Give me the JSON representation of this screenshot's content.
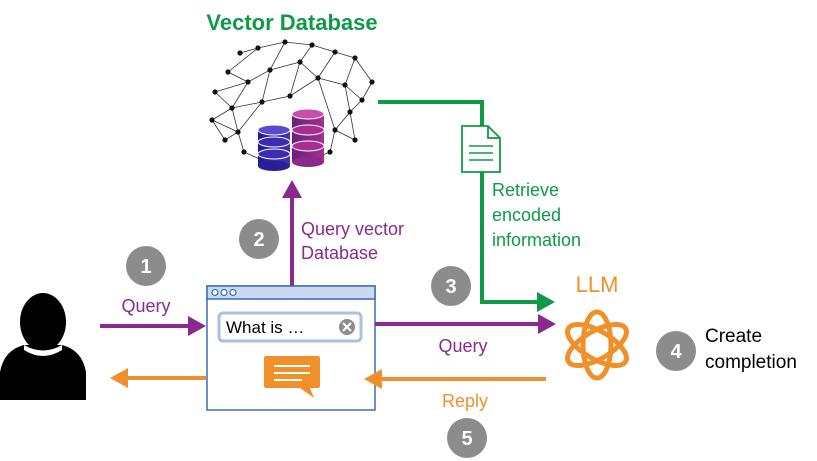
{
  "title": "Vector Database",
  "llm_label": "LLM",
  "search_box": {
    "value": "What is …"
  },
  "labels": {
    "query_user": "Query",
    "query_vector_line1": "Query vector",
    "query_vector_line2": "Database",
    "retrieve_line1": "Retrieve",
    "retrieve_line2": "encoded",
    "retrieve_line3": "information",
    "query_llm": "Query",
    "reply": "Reply",
    "create_line1": "Create",
    "create_line2": "completion"
  },
  "steps": [
    "1",
    "2",
    "3",
    "4",
    "5"
  ],
  "colors": {
    "purple": "#8B2A8E",
    "green": "#0E9A49",
    "orange": "#F0902A",
    "step_badge": "#8C8C8C",
    "window_border": "#3B6DB5",
    "window_titlebar": "#C9D9F0"
  },
  "icons": [
    "user-icon",
    "brain-network-icon",
    "database-stack-icon",
    "document-icon",
    "openai-logo-icon",
    "chat-bubble-icon",
    "clear-icon"
  ]
}
